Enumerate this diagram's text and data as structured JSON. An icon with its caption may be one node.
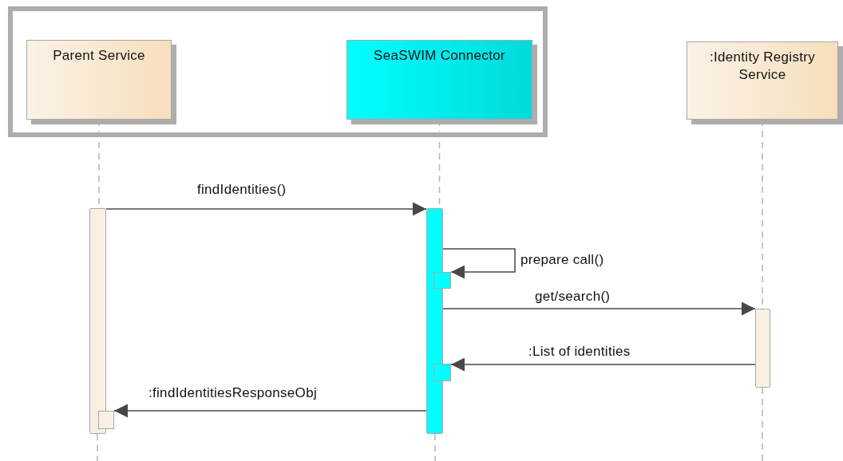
{
  "diagram": {
    "nodes": [
      {
        "text": [],
        "shape": "box"
      },
      {
        "text": [
          "Parent Service"
        ],
        "in": 0
      },
      {
        "text": [
          "SeaSWIM Connector"
        ],
        "in": 0
      },
      {
        "text": [
          ":Identity Registry Service"
        ]
      },
      {
        "text": [],
        "shape": "bar"
      },
      {
        "text": [],
        "shape": "bar"
      },
      {
        "text": [],
        "shape": "box"
      },
      {
        "text": [],
        "shape": "bar"
      },
      {
        "text": [],
        "shape": "box"
      },
      {
        "text": [],
        "shape": "box"
      }
    ],
    "edges": [
      {
        "from": 1,
        "to": 4,
        "arrow": "none",
        "style": "dashed",
        "color": "#b4b4b4"
      },
      {
        "from": 2,
        "to": 5,
        "arrow": "none",
        "style": "dashed",
        "color": "#b4b4b4"
      },
      {
        "from": 3,
        "to": 7,
        "arrow": "none",
        "style": "dashed",
        "color": "#b4b4b4"
      },
      {
        "from": 4,
        "to": 5,
        "arrow": "to",
        "label": "findIdentities()"
      },
      {
        "from": 5,
        "to": 6,
        "arrow": "to",
        "label": "prepare call()"
      },
      {
        "from": 5,
        "to": 7,
        "arrow": "to",
        "label": "get/search()"
      },
      {
        "from": 7,
        "to": 8,
        "arrow": "to",
        "label": ":List of identities"
      },
      {
        "from": 5,
        "to": 9,
        "arrow": "to",
        "label": ":findIdentitiesResponseObj"
      }
    ]
  }
}
